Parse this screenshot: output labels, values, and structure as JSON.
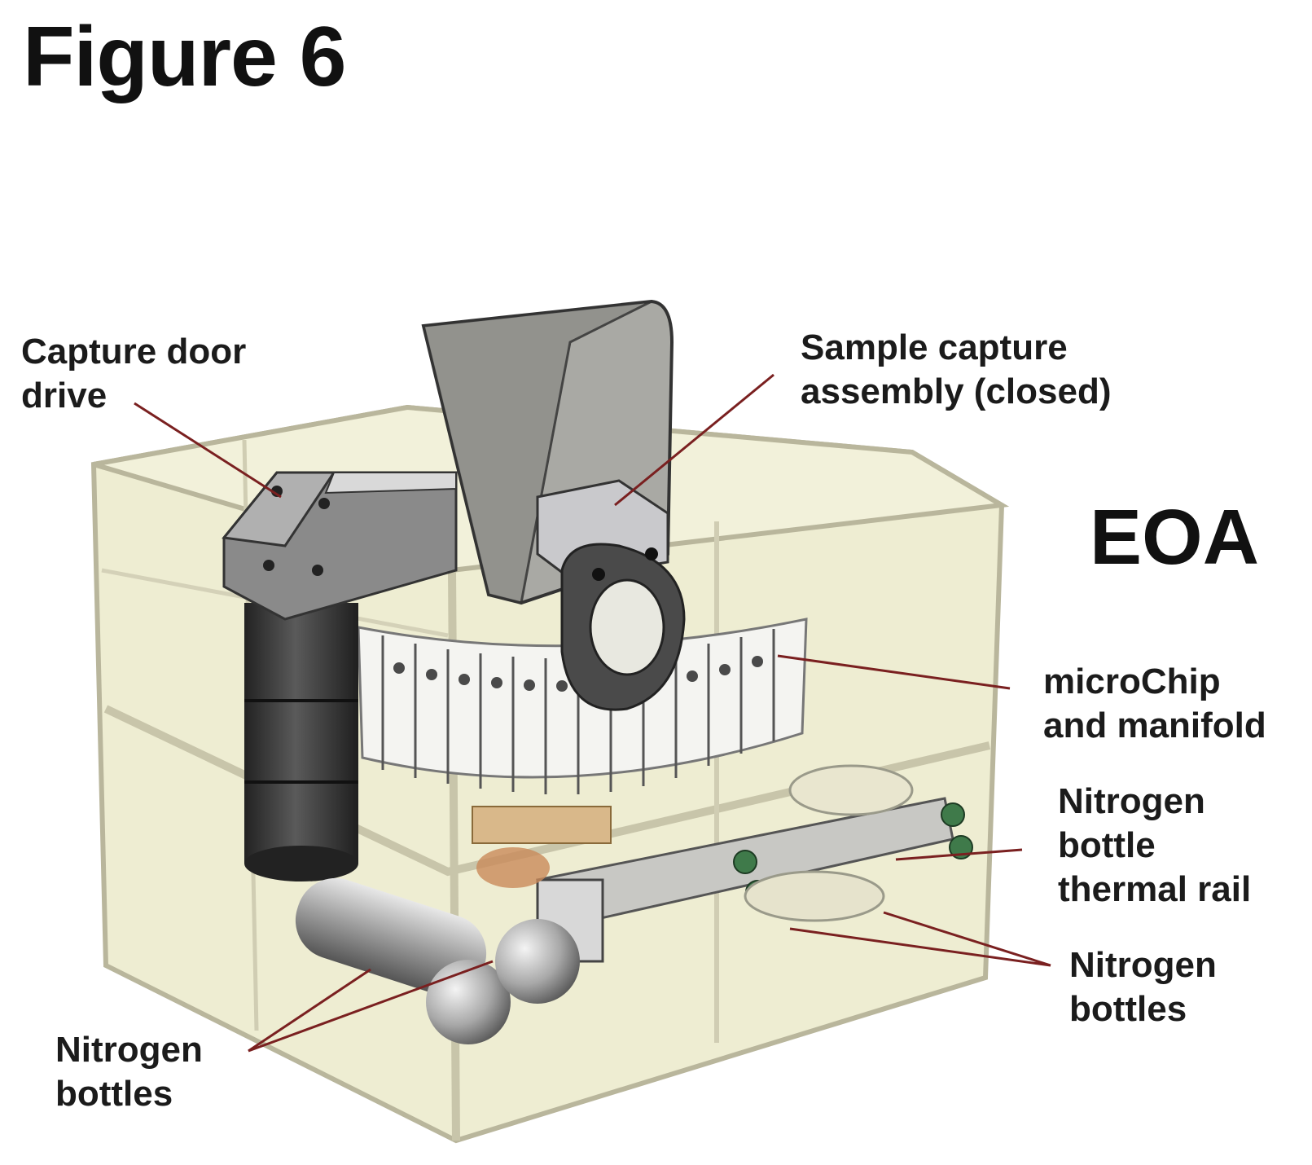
{
  "figure_title": "Figure 6",
  "instrument_name": "EOA",
  "labels": {
    "capture_door_drive": "Capture door\ndrive",
    "sample_capture_assembly": "Sample capture\nassembly (closed)",
    "microchip_manifold": "microChip\nand manifold",
    "nitrogen_thermal_rail": "Nitrogen\nbottle\nthermal rail",
    "nitrogen_bottles_right": "Nitrogen\nbottles",
    "nitrogen_bottles_left": "Nitrogen\nbottles"
  },
  "colors": {
    "leader_line": "#7a2020",
    "housing_fill": "#e7e6c8",
    "frame": "#b9b69c",
    "metal_dark": "#3b3b3b",
    "metal_mid": "#8d8d8d",
    "metal_light": "#cfcfcf"
  }
}
